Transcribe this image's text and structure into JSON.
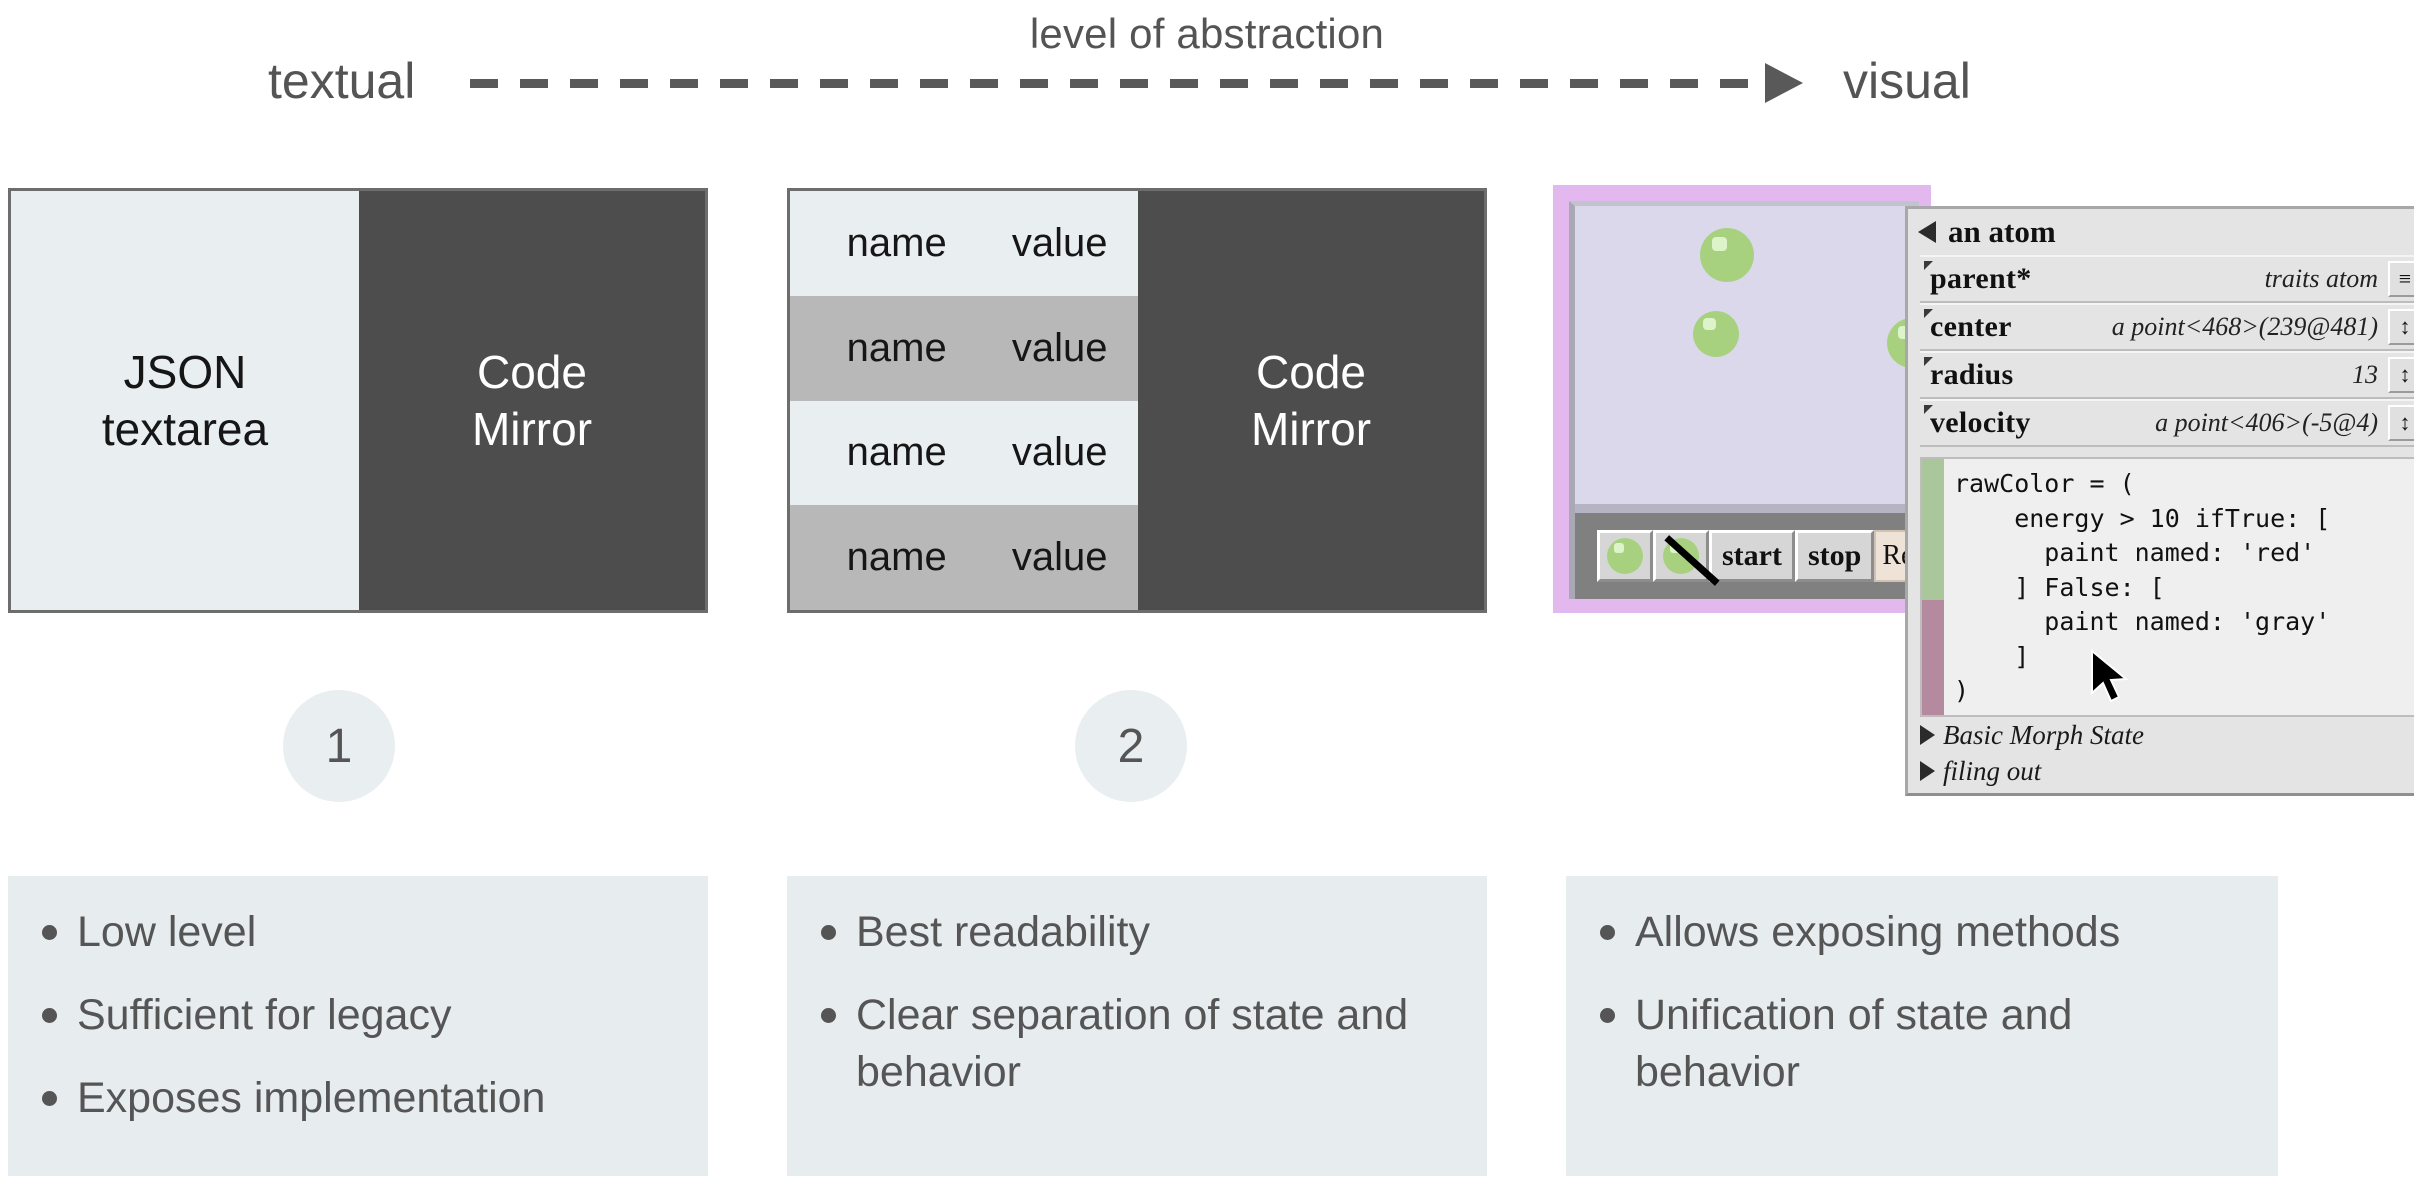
{
  "axis": {
    "caption": "level of abstraction",
    "left_label": "textual",
    "right_label": "visual",
    "dash_count": 26,
    "line_color": "#595959"
  },
  "panels": [
    {
      "id": 1,
      "left_pane_label": "JSON\ntextarea",
      "left_pane_line_1": "JSON",
      "left_pane_line_2": "textarea",
      "right_pane_line_1": "Code",
      "right_pane_line_2": "Mirror",
      "light_bg": "#e9eef0",
      "dark_bg": "#4d4d4d"
    },
    {
      "id": 2,
      "table_rows": [
        {
          "name": "name",
          "value": "value"
        },
        {
          "name": "name",
          "value": "value"
        },
        {
          "name": "name",
          "value": "value"
        },
        {
          "name": "name",
          "value": "value"
        }
      ],
      "right_pane_line_1": "Code",
      "right_pane_line_2": "Mirror",
      "row_odd_bg": "#e9eef0",
      "row_even_bg": "#b8b8b8"
    }
  ],
  "squeak": {
    "frame_color": "#e3b8ef",
    "canvas_color": "#dcd8ec",
    "atom_color": "#a8d17f",
    "toolbar": {
      "bg": "#808080",
      "add_atom_icon": "atom-circle-icon",
      "remove_atom_icon": "atom-circle-slash-icon",
      "start_label": "start",
      "stop_label": "stop",
      "resize_field_value": "Resi"
    }
  },
  "inspector": {
    "title": "an atom",
    "disclosure_icon": "triangle-left-icon",
    "fields": [
      {
        "name": "parent*",
        "value": "traits atom",
        "stepper": "≡"
      },
      {
        "name": "center",
        "value": "a point<468>(239@481)",
        "stepper": "↕"
      },
      {
        "name": "radius",
        "value": "13",
        "stepper": "↕"
      },
      {
        "name": "velocity",
        "value": "a point<406>(-5@4)",
        "stepper": "↕"
      }
    ],
    "code": "rawColor = (\n    energy > 10 ifTrue: [\n      paint named: 'red'\n    ] False: [\n      paint named: 'gray'\n    ]\n)",
    "gutter_top_color": "#a9c79a",
    "gutter_bottom_color": "#b58a9e",
    "expanders": [
      {
        "label": "Basic Morph State",
        "icon": "triangle-right-icon"
      },
      {
        "label": "filing out",
        "icon": "triangle-right-icon"
      }
    ],
    "cursor_icon": "mouse-pointer-icon"
  },
  "step_badges": [
    {
      "label": "1"
    },
    {
      "label": "2"
    }
  ],
  "bullet_cards": [
    {
      "id": 1,
      "items": [
        "Low level",
        "Sufficient for legacy",
        "Exposes implementation"
      ]
    },
    {
      "id": 2,
      "items": [
        "Best readability",
        "Clear separation of state and behavior"
      ]
    },
    {
      "id": 3,
      "items": [
        "Allows exposing methods",
        "Unification of state and behavior"
      ]
    }
  ],
  "colors": {
    "text_gray": "#555555",
    "card_bg": "#e7ecee",
    "dark_pane": "#4d4d4d",
    "purple_frame": "#e3b8ef"
  }
}
